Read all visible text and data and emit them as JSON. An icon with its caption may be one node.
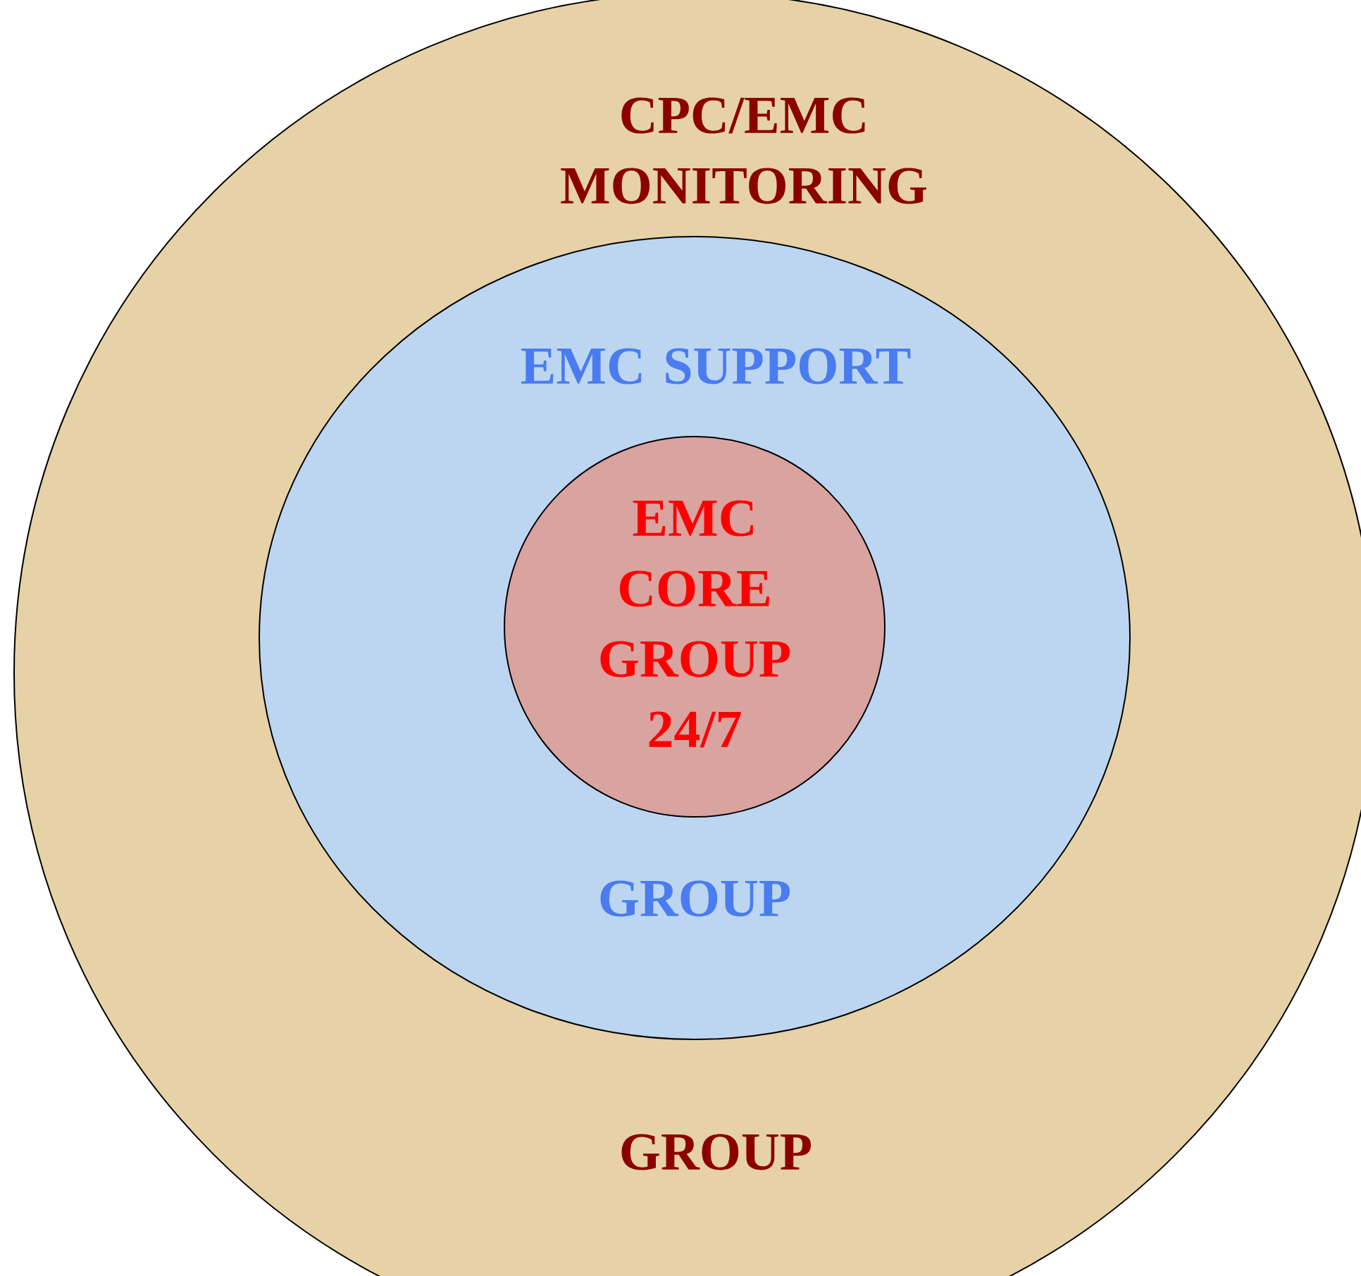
{
  "diagram": {
    "nodes": [
      {
        "text": [
          "CPC/EMC MONITORING",
          "GROUP"
        ]
      },
      {
        "text": [
          "EMC SUPPORT",
          "GROUP"
        ],
        "in": 0
      },
      {
        "text": [
          "EMC CORE GROUP 24/7"
        ],
        "in": 1
      }
    ]
  }
}
